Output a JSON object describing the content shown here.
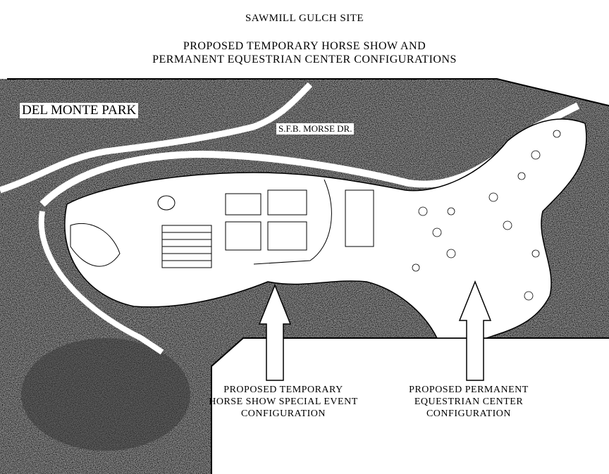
{
  "header": {
    "title": "SAWMILL GULCH SITE",
    "subtitle_line1": "PROPOSED TEMPORARY HORSE SHOW AND",
    "subtitle_line2": "PERMANENT EQUESTRIAN CENTER CONFIGURATIONS"
  },
  "map": {
    "park_label": "DEL MONTE PARK",
    "road_label": "S.F.B. MORSE DR."
  },
  "callouts": [
    {
      "lines": [
        "PROPOSED TEMPORARY",
        "HORSE SHOW SPECIAL EVENT",
        "CONFIGURATION"
      ]
    },
    {
      "lines": [
        "PROPOSED PERMANENT",
        "EQUESTRIAN CENTER",
        "CONFIGURATION"
      ]
    }
  ]
}
